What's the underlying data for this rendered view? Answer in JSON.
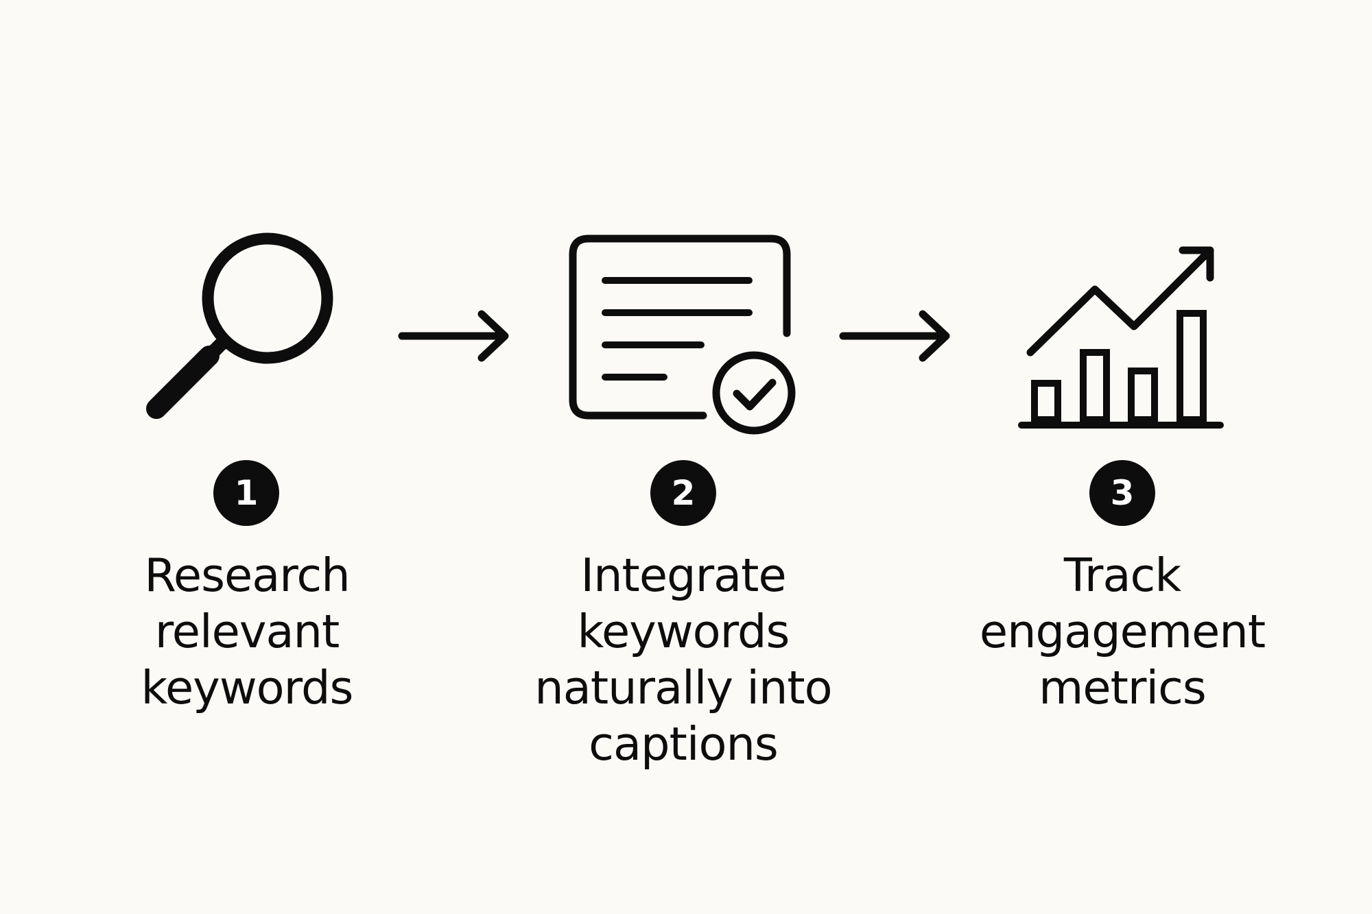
{
  "steps": [
    {
      "number": "1",
      "label_lines": [
        "Research",
        "relevant",
        "keywords"
      ],
      "icon": "magnifying-glass-icon"
    },
    {
      "number": "2",
      "label_lines": [
        "Integrate",
        "keywords",
        "naturally into",
        "captions"
      ],
      "icon": "document-check-icon"
    },
    {
      "number": "3",
      "label_lines": [
        "Track",
        "engagement",
        "metrics"
      ],
      "icon": "growth-chart-icon"
    }
  ],
  "connectors": [
    "right-arrow-icon",
    "right-arrow-icon"
  ],
  "colors": {
    "background": "#fbfaf7",
    "ink": "#0d0d0d",
    "badge_text": "#ffffff"
  }
}
